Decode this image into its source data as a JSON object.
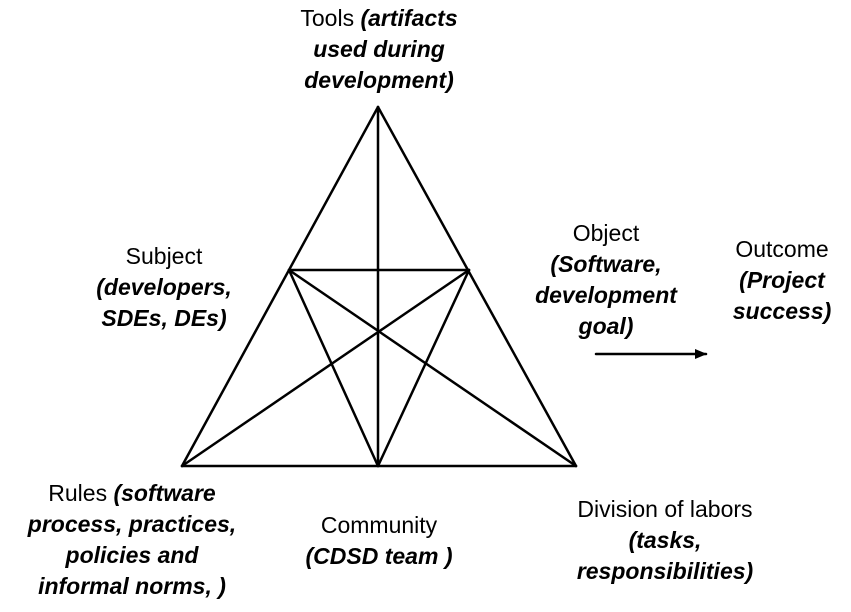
{
  "nodes": {
    "tools": {
      "name": "Tools",
      "desc_lines": [
        "(artifacts",
        "used during",
        "development)"
      ]
    },
    "subject": {
      "name": "Subject",
      "desc_lines": [
        "(developers,",
        "SDEs, DEs)"
      ]
    },
    "object": {
      "name": "Object",
      "desc_lines": [
        "(Software,",
        "development",
        "goal)"
      ]
    },
    "outcome": {
      "name": "Outcome",
      "desc_lines": [
        "(Project",
        "success)"
      ]
    },
    "rules": {
      "name": "Rules",
      "desc_lines": [
        "(software",
        "process, practices,",
        "policies and",
        "informal norms, )"
      ]
    },
    "community": {
      "name": "Community",
      "desc_lines": [
        "(CDSD team )"
      ]
    },
    "division": {
      "name": "Division of labors",
      "desc_lines": [
        "(tasks,",
        "responsibilities)"
      ]
    }
  },
  "colors": {
    "line": "#000000",
    "text": "#000000",
    "background": "#ffffff"
  }
}
